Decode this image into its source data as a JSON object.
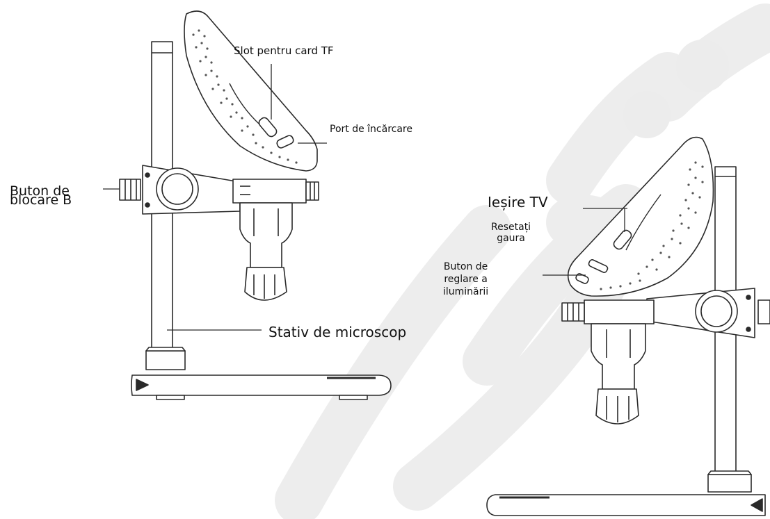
{
  "diagram": {
    "labels": {
      "tf_card_slot": "Slot pentru card TF",
      "charging_port": "Port de încărcare",
      "lock_button_line1": "Buton de",
      "lock_button_line2": "blocare B",
      "stand": "Stativ de microscop",
      "tv_out": "Ieșire TV",
      "reset_line1": "Resetați",
      "reset_line2": "gaura",
      "light_button_line1": "Buton de",
      "light_button_line2": "reglare a",
      "light_button_line3": "iluminării"
    },
    "colors": {
      "stroke": "#2a2a2a",
      "watermark": "#e9e9e9",
      "dots": "#555555"
    }
  }
}
